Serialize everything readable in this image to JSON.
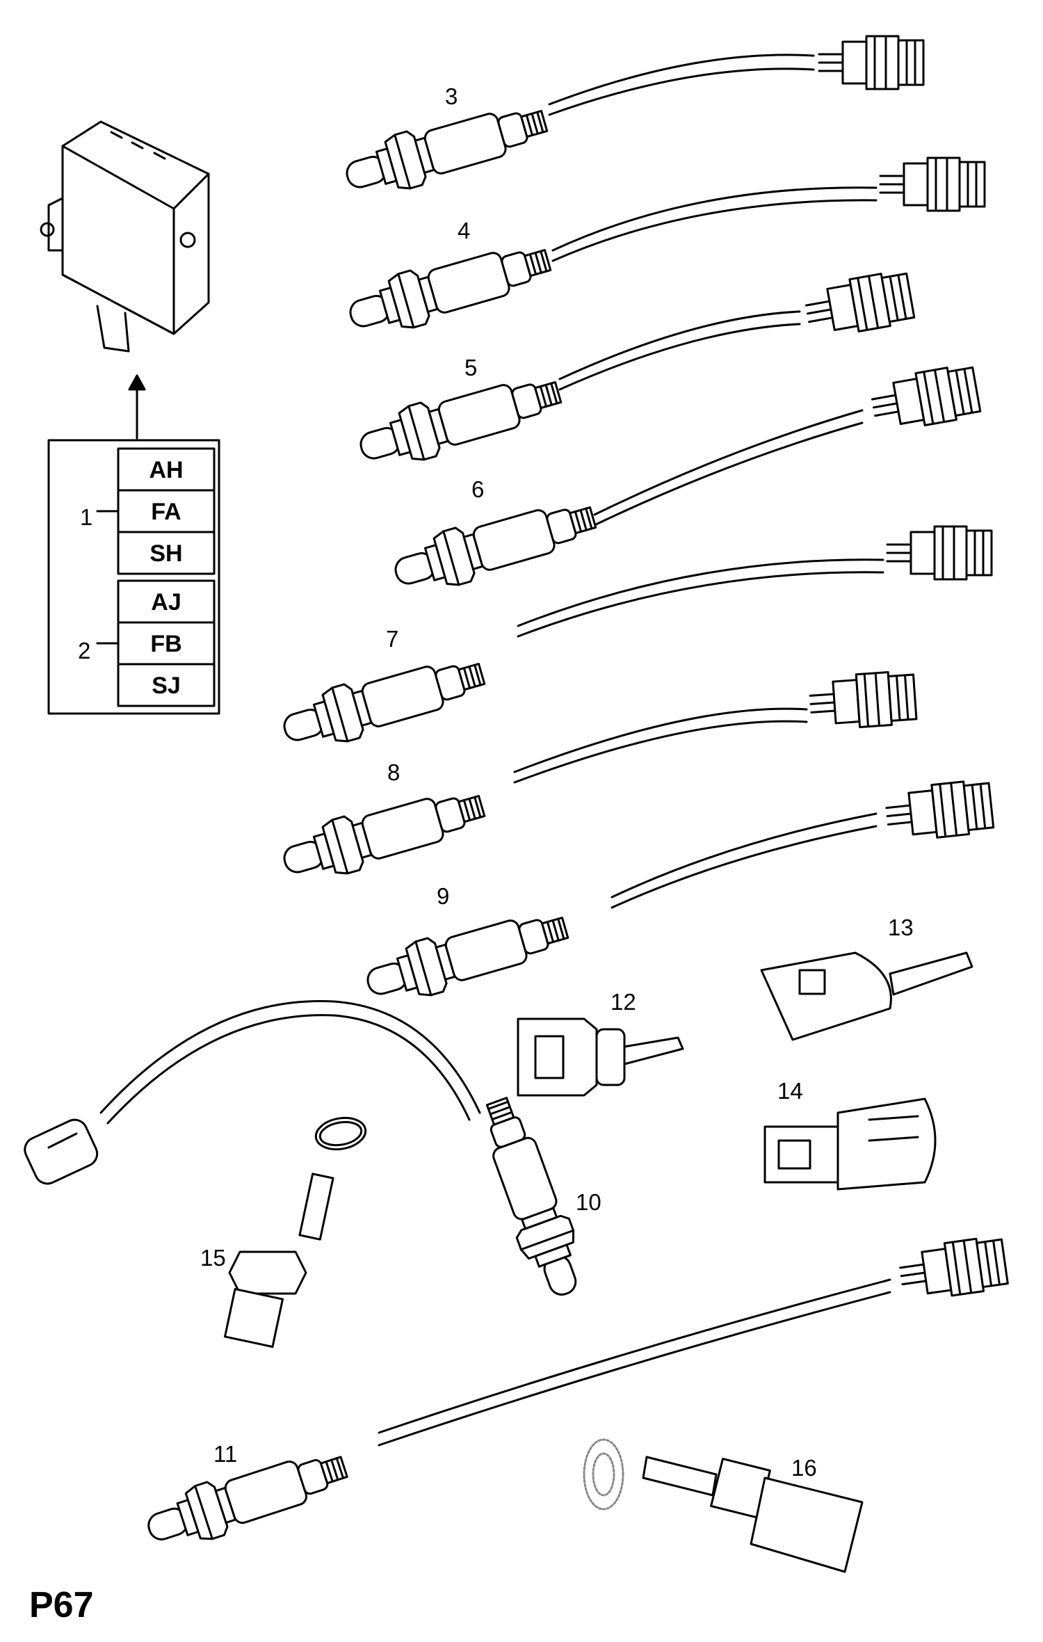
{
  "diagram": {
    "page_label": "P67",
    "callouts": [
      "1",
      "2",
      "3",
      "4",
      "5",
      "6",
      "7",
      "8",
      "9",
      "10",
      "11",
      "12",
      "13",
      "14",
      "15",
      "16"
    ],
    "group_1_codes": [
      "AH",
      "FA",
      "SH"
    ],
    "group_2_codes": [
      "AJ",
      "FB",
      "SJ"
    ]
  }
}
